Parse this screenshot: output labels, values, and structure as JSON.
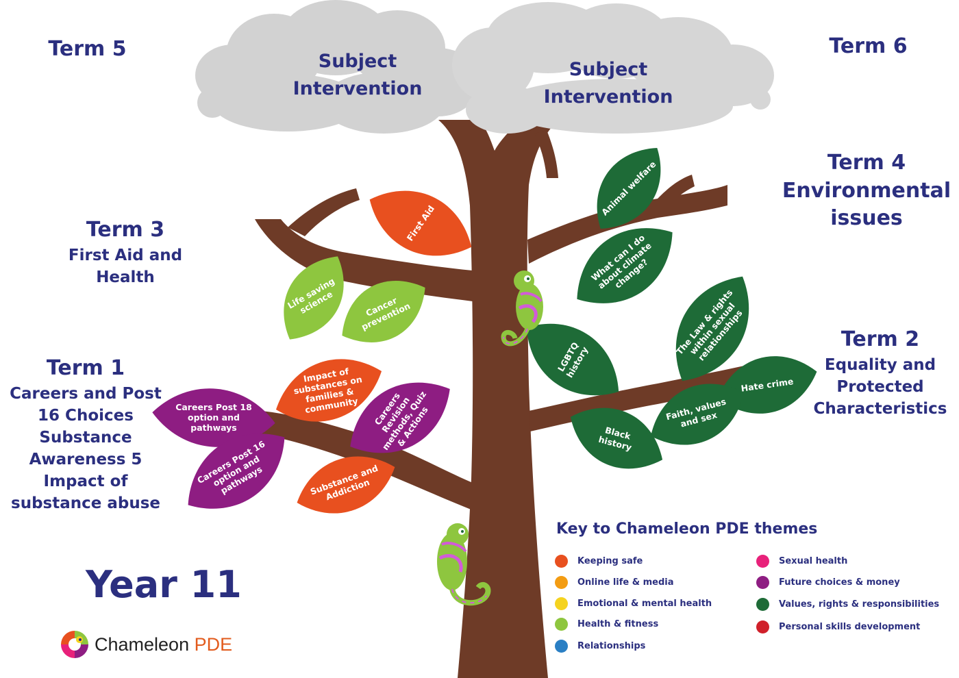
{
  "clouds": [
    {
      "line1": "Subject",
      "line2": "Intervention"
    },
    {
      "line1": "Subject",
      "line2": "Intervention"
    }
  ],
  "terms": {
    "term5": {
      "heading": "Term 5"
    },
    "term6": {
      "heading": "Term 6"
    },
    "term4": {
      "heading": "Term 4",
      "lines": [
        "Environmental",
        "issues"
      ]
    },
    "term3": {
      "heading": "Term 3",
      "lines": [
        "First Aid and",
        "Health"
      ]
    },
    "term2": {
      "heading": "Term 2",
      "lines": [
        "Equality and",
        "Protected",
        "Characteristics"
      ]
    },
    "term1": {
      "heading": "Term 1",
      "lines": [
        "Careers and Post",
        "16 Choices",
        "Substance",
        "Awareness 5",
        "Impact of",
        "substance abuse"
      ]
    }
  },
  "leaves": [
    {
      "id": "first-aid",
      "lines": [
        "First Aid"
      ],
      "color": "#e8501f"
    },
    {
      "id": "life-saving-science",
      "lines": [
        "Life saving",
        "science"
      ],
      "color": "#8ec63f"
    },
    {
      "id": "cancer-prevention",
      "lines": [
        "Cancer",
        "prevention"
      ],
      "color": "#8ec63f"
    },
    {
      "id": "animal-welfare",
      "lines": [
        "Animal welfare"
      ],
      "color": "#1e6b37"
    },
    {
      "id": "climate-change",
      "lines": [
        "What can I do",
        "about climate",
        "change?"
      ],
      "color": "#1e6b37"
    },
    {
      "id": "law-rights",
      "lines": [
        "The Law & rights",
        "within sexual",
        "relationships"
      ],
      "color": "#1e6b37"
    },
    {
      "id": "lgbtq-history",
      "lines": [
        "LGBTQ",
        "history"
      ],
      "color": "#1e6b37"
    },
    {
      "id": "hate-crime",
      "lines": [
        "Hate crime"
      ],
      "color": "#1e6b37"
    },
    {
      "id": "faith-values-sex",
      "lines": [
        "Faith, values",
        "and sex"
      ],
      "color": "#1e6b37"
    },
    {
      "id": "black-history",
      "lines": [
        "Black",
        "history"
      ],
      "color": "#1e6b37"
    },
    {
      "id": "impact-substances",
      "lines": [
        "Impact of",
        "substances on",
        "families &",
        "community"
      ],
      "color": "#e8501f"
    },
    {
      "id": "careers-post-18",
      "lines": [
        "Careers Post 18",
        "option and",
        "pathways"
      ],
      "color": "#8e1d82"
    },
    {
      "id": "careers-revision",
      "lines": [
        "Careers",
        "Revision",
        "methods, Quiz",
        "& Actions"
      ],
      "color": "#8e1d82"
    },
    {
      "id": "careers-post-16",
      "lines": [
        "Careers Post 16",
        "option and",
        "pathways"
      ],
      "color": "#8e1d82"
    },
    {
      "id": "substance-addiction",
      "lines": [
        "Substance and",
        "Addiction"
      ],
      "color": "#e8501f"
    }
  ],
  "year_label": "Year 11",
  "key": {
    "title": "Key to Chameleon PDE themes",
    "items": [
      {
        "label": "Keeping safe",
        "color": "#e8501f"
      },
      {
        "label": "Online life & media",
        "color": "#f39c12"
      },
      {
        "label": "Emotional & mental health",
        "color": "#f5d31f"
      },
      {
        "label": "Health & fitness",
        "color": "#8ec63f"
      },
      {
        "label": "Relationships",
        "color": "#2a7fc4"
      },
      {
        "label": "Sexual health",
        "color": "#e8217a"
      },
      {
        "label": "Future choices & money",
        "color": "#8e1d82"
      },
      {
        "label": "Values, rights & responsibilities",
        "color": "#1e6b37"
      },
      {
        "label": "Personal skills development",
        "color": "#d0202a"
      }
    ]
  },
  "logo": {
    "name": "Chameleon",
    "suffix": "PDE"
  },
  "colors": {
    "title": "#2b2f7f",
    "trunk": "#6e3b27",
    "cloud": "#d2d2d2"
  }
}
